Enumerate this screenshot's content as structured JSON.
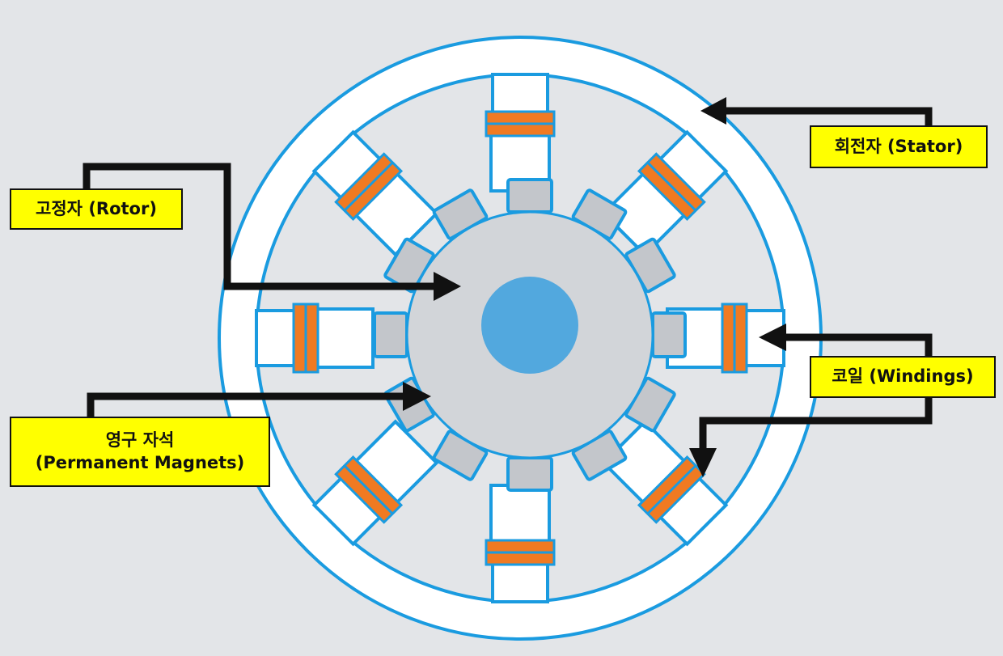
{
  "labels": {
    "stator": "회전자 (Stator)",
    "rotor": "고정자 (Rotor)",
    "magnets_line1": "영구 자석",
    "magnets_line2": "(Permanent Magnets)",
    "windings": "코일 (Windings)"
  },
  "colors": {
    "background": "#e3e5e8",
    "outline": "#1a9be0",
    "core": "#d2d5d9",
    "shaft": "#52a8de",
    "magnet": "#c3c6cb",
    "coil": "#f07a22",
    "pole": "#ffffff",
    "label_bg": "#ffff00",
    "arrow": "#111111"
  },
  "diagram": {
    "stator_pole_count": 8,
    "magnet_count": 12
  }
}
